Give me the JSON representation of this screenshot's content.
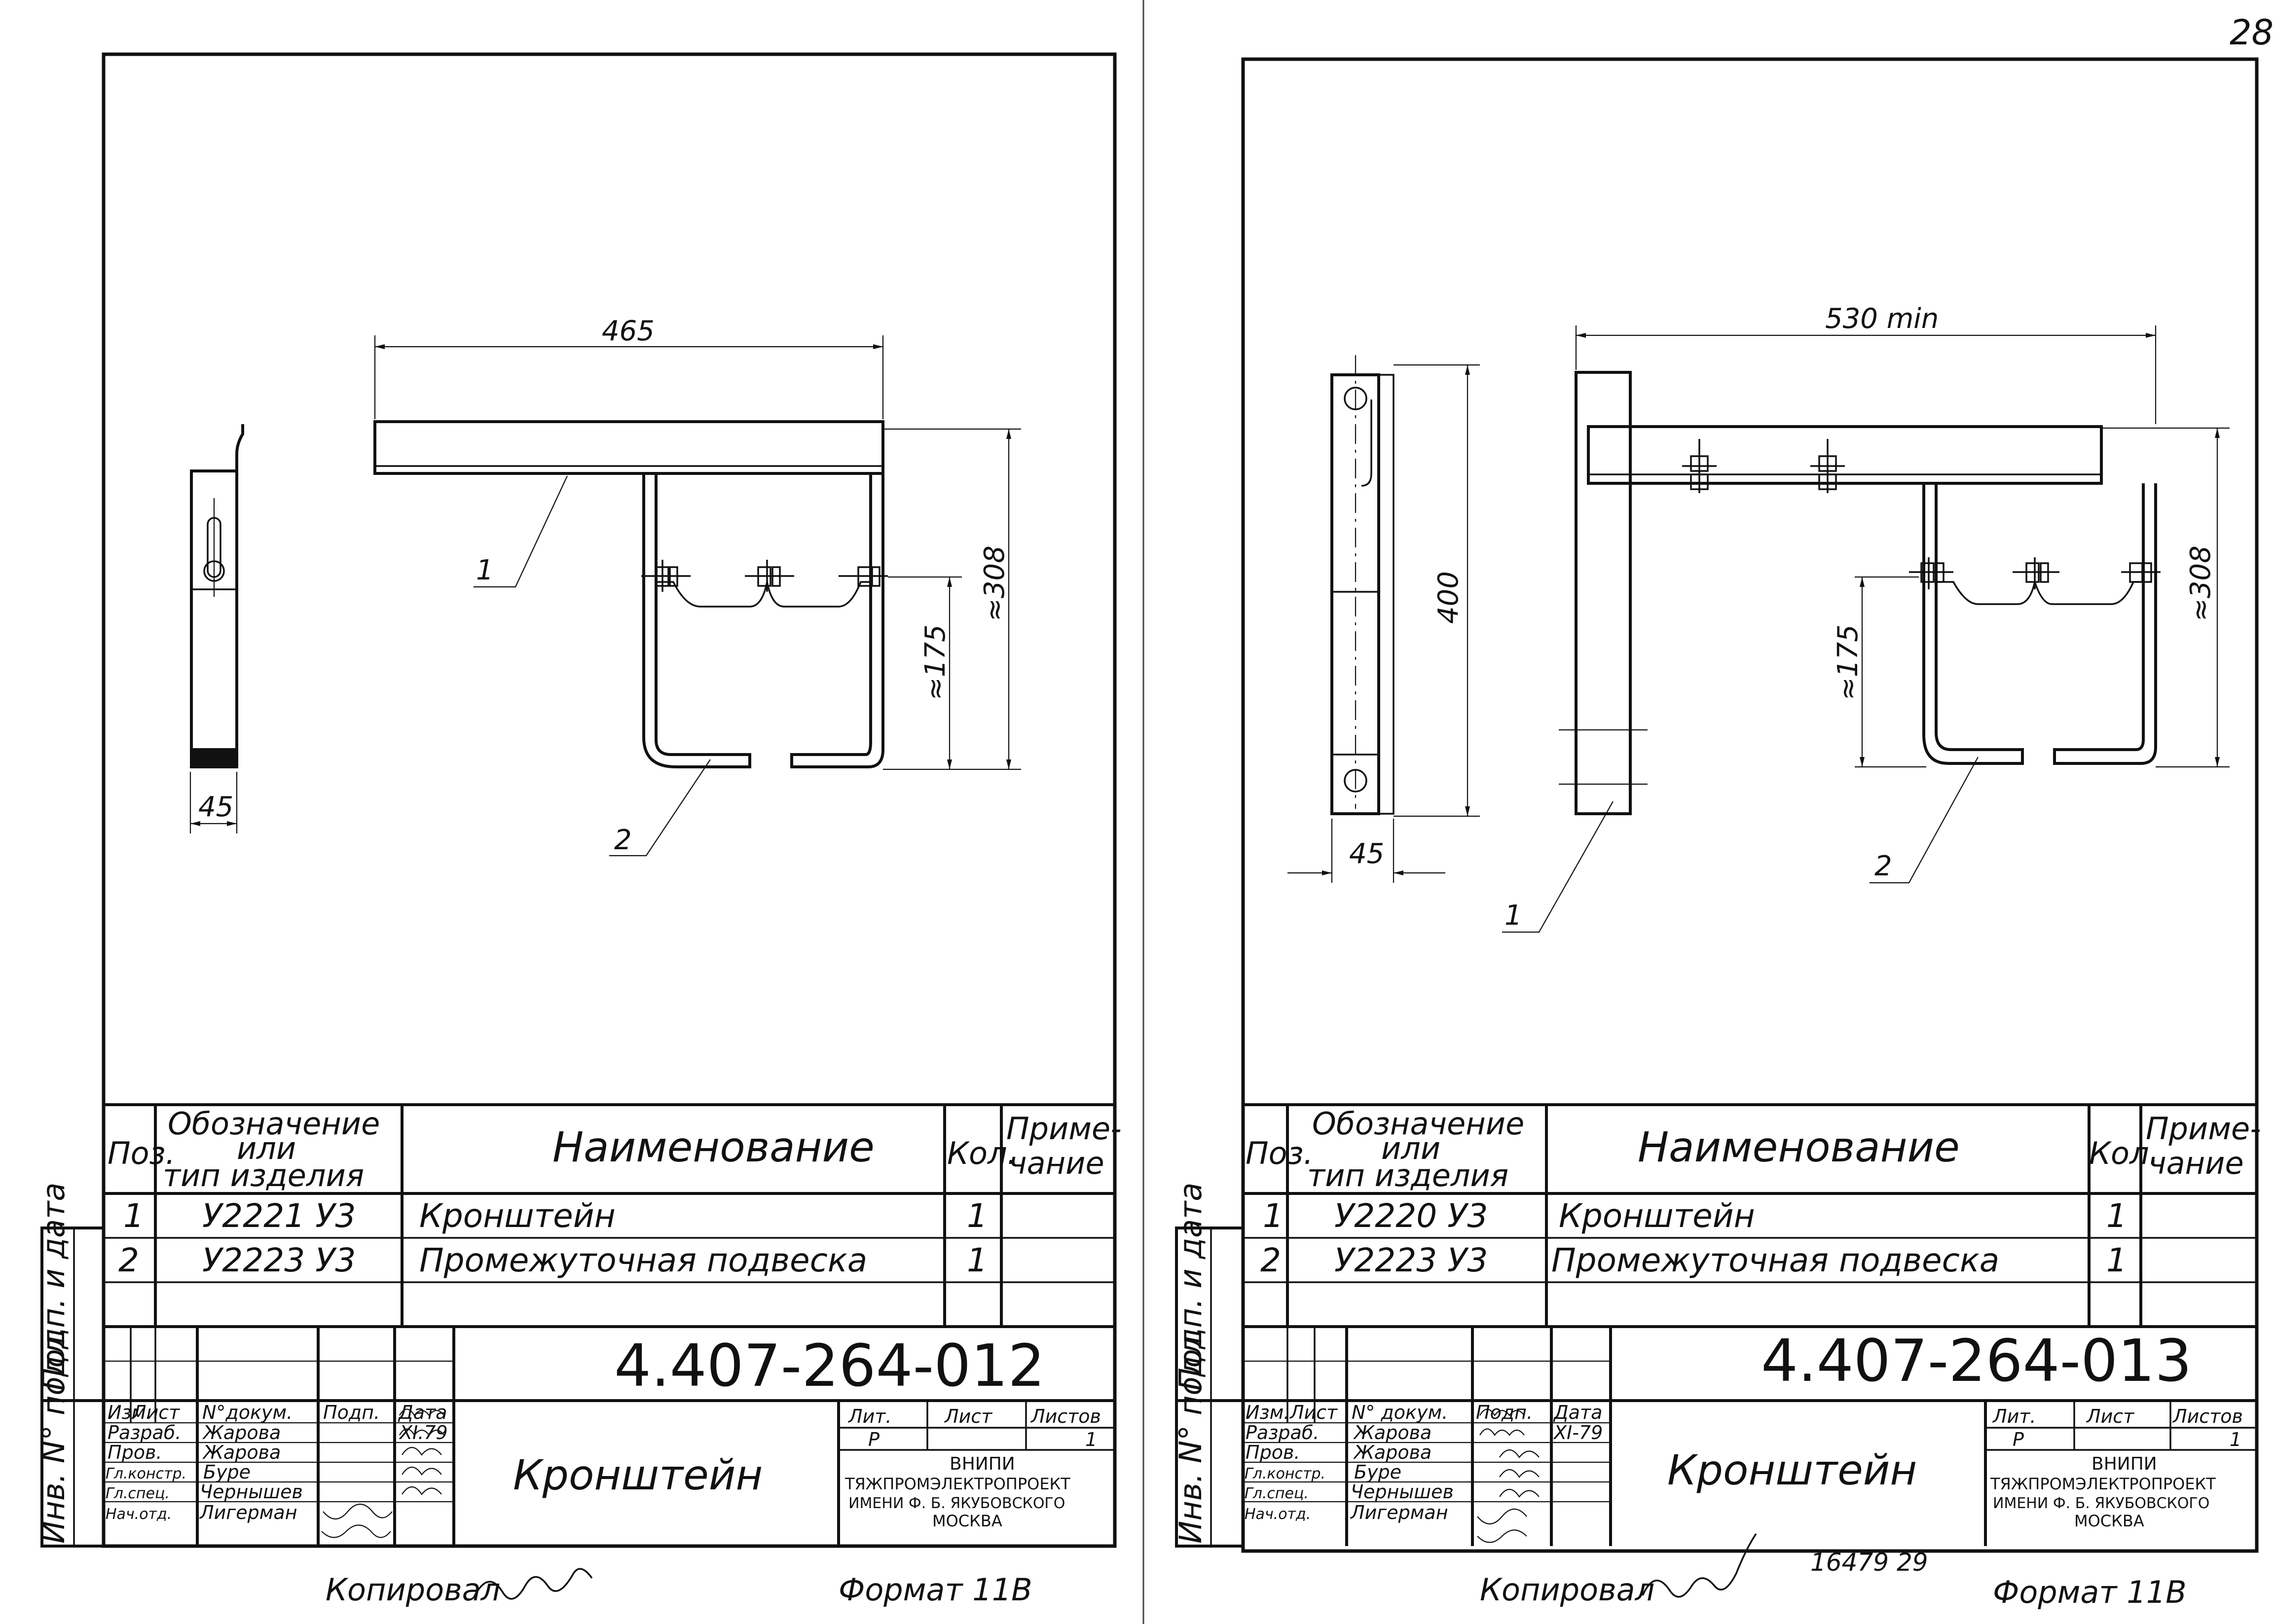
{
  "page_number": "28",
  "sheets": [
    {
      "id": "left",
      "dims": {
        "width": "465",
        "height_total": "≈308",
        "height_partial": "≈175",
        "side_width": "45"
      },
      "leaders": [
        "1",
        "2"
      ],
      "table_headers": {
        "pos": "Поз.",
        "designation_l1": "Обозначение",
        "designation_l2": "или",
        "designation_l3": "тип изделия",
        "name": "Наименование",
        "qty": "Кол.",
        "note_l1": "Приме-",
        "note_l2": "чание"
      },
      "rows": [
        {
          "pos": "1",
          "designation": "У2221 У3",
          "name": "Кронштейн",
          "qty": "1"
        },
        {
          "pos": "2",
          "designation": "У2223 У3",
          "name": "Промежуточная подвеска",
          "qty": "1"
        }
      ],
      "doc_number": "4.407-264-012",
      "title": "Кронштейн",
      "stamp_headers": {
        "izm": "Изм.",
        "list": "Лист",
        "ndoc": "N°докум.",
        "podp": "Подп.",
        "data": "Дата"
      },
      "roles": [
        {
          "role": "Разраб.",
          "name": "Жарова",
          "date": "XI.79"
        },
        {
          "role": "Пров.",
          "name": "Жарова",
          "date": ""
        },
        {
          "role": "Гл.констр.",
          "name": "Буре",
          "date": ""
        },
        {
          "role": "Гл.спец.",
          "name": "Чернышев",
          "date": ""
        },
        {
          "role": "Нач.отд.",
          "name": "Лигерман",
          "date": ""
        }
      ],
      "lit_headers": {
        "lit": "Лит.",
        "list": "Лист",
        "listov": "Листов"
      },
      "lit_values": {
        "lit": "Р",
        "list": "",
        "listov": "1"
      },
      "org": {
        "l1": "ВНИПИ",
        "l2": "ТЯЖПРОМЭЛЕКТРОПРОЕКТ",
        "l3": "ИМЕНИ Ф. Б. ЯКУБОВСКОГО",
        "l4": "МОСКВА"
      },
      "side_labels": [
        "Подп. и дата",
        "Инв. N° подл."
      ],
      "copied_label": "Копировал",
      "format_label": "Формат 11В"
    },
    {
      "id": "right",
      "dims": {
        "width": "530 min",
        "height_total": "≈308",
        "height_partial": "≈175",
        "side_width": "45",
        "side_height": "400"
      },
      "leaders": [
        "1",
        "2"
      ],
      "table_headers": {
        "pos": "Поз.",
        "designation_l1": "Обозначение",
        "designation_l2": "или",
        "designation_l3": "тип изделия",
        "name": "Наименование",
        "qty": "Кол.",
        "note_l1": "Приме-",
        "note_l2": "чание"
      },
      "rows": [
        {
          "pos": "1",
          "designation": "У2220 У3",
          "name": "Кронштейн",
          "qty": "1"
        },
        {
          "pos": "2",
          "designation": "У2223 У3",
          "name": "Промежуточная подвеска",
          "qty": "1"
        }
      ],
      "doc_number": "4.407-264-013",
      "title": "Кронштейн",
      "stamp_headers": {
        "izm": "Изм.",
        "list": "Лист",
        "ndoc": "N° докум.",
        "podp": "Подп.",
        "data": "Дата"
      },
      "roles": [
        {
          "role": "Разраб.",
          "name": "Жарова",
          "date": "XI-79"
        },
        {
          "role": "Пров.",
          "name": "Жарова",
          "date": ""
        },
        {
          "role": "Гл.констр.",
          "name": "Буре",
          "date": ""
        },
        {
          "role": "Гл.спец.",
          "name": "Чернышев",
          "date": ""
        },
        {
          "role": "Нач.отд.",
          "name": "Лигерман",
          "date": ""
        }
      ],
      "lit_headers": {
        "lit": "Лит.",
        "list": "Лист",
        "listov": "Листов"
      },
      "lit_values": {
        "lit": "Р",
        "list": "",
        "listov": "1"
      },
      "org": {
        "l1": "ВНИПИ",
        "l2": "ТЯЖПРОМЭЛЕКТРОПРОЕКТ",
        "l3": "ИМЕНИ Ф. Б. ЯКУБОВСКОГО",
        "l4": "МОСКВА"
      },
      "side_labels": [
        "Подп. и дата",
        "Инв. N° подл."
      ],
      "copied_label": "Копировал",
      "format_label": "Формат 11В",
      "footer_numbers": "16479  29"
    }
  ]
}
